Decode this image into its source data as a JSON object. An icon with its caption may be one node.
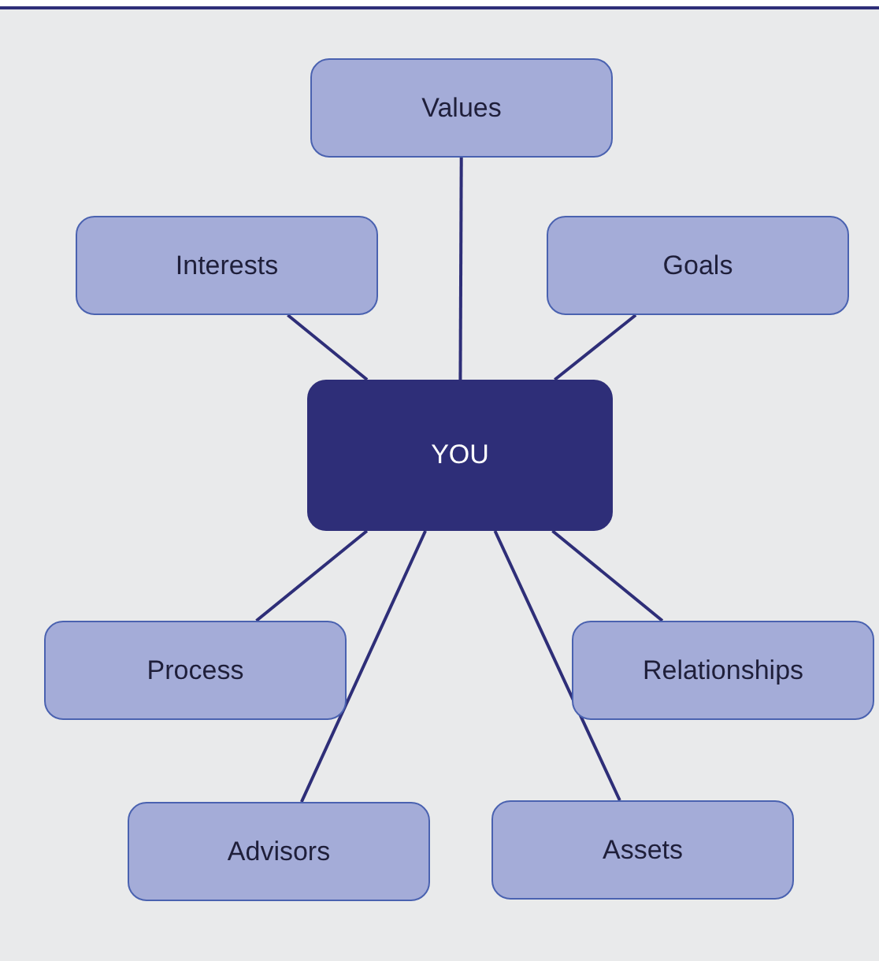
{
  "diagram": {
    "nodes": [
      {
        "text": [
          "Values"
        ]
      },
      {
        "text": [
          "Interests"
        ]
      },
      {
        "text": [
          "Goals"
        ]
      },
      {
        "text": [
          "YOU"
        ]
      },
      {
        "text": [
          "Process"
        ]
      },
      {
        "text": [
          "Relationships"
        ]
      },
      {
        "text": [
          "Advisors"
        ]
      },
      {
        "text": [
          "Assets"
        ]
      }
    ],
    "edges": [
      {
        "from": 3,
        "to": 0,
        "arrow": "none"
      },
      {
        "from": 3,
        "to": 1,
        "arrow": "none"
      },
      {
        "from": 3,
        "to": 2,
        "arrow": "none"
      },
      {
        "from": 3,
        "to": 4,
        "arrow": "none"
      },
      {
        "from": 3,
        "to": 5,
        "arrow": "none"
      },
      {
        "from": 3,
        "to": 6,
        "arrow": "none"
      },
      {
        "from": 3,
        "to": 7,
        "arrow": "none"
      }
    ]
  }
}
